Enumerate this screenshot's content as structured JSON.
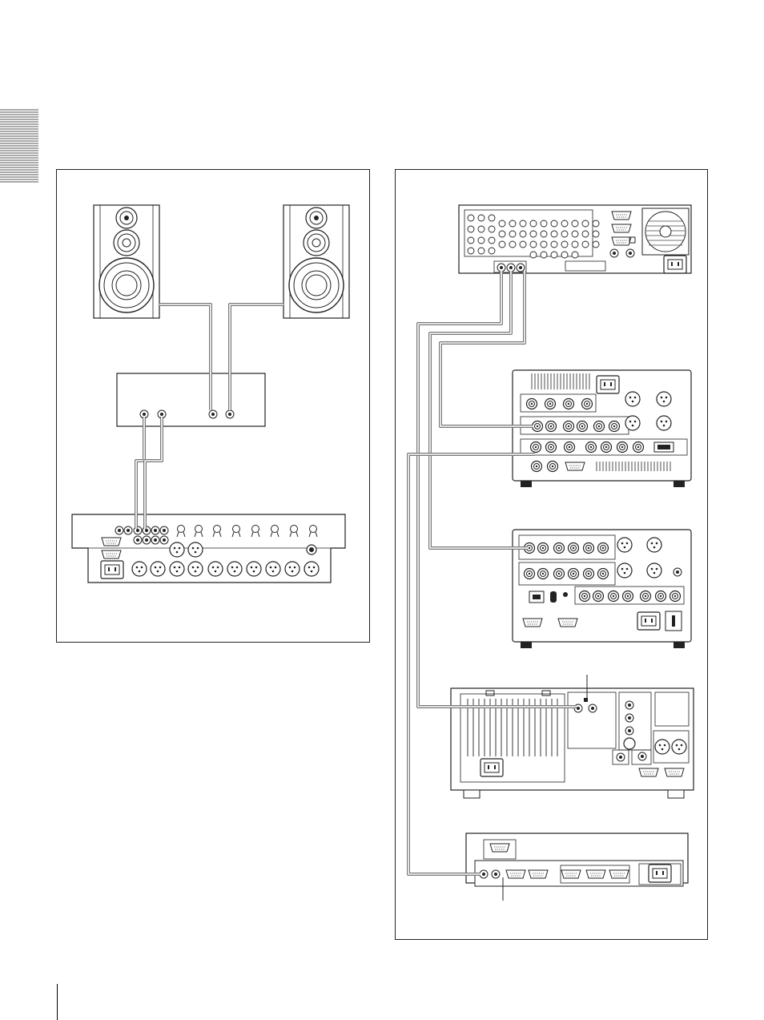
{
  "page": {
    "tab_pattern": "horizontal-lines",
    "colors": {
      "line": "#222222",
      "cable": "#777777",
      "cable_inner": "#ffffff"
    }
  },
  "left_panel": {
    "devices": [
      {
        "id": "speaker-left",
        "icon": "loudspeaker-icon"
      },
      {
        "id": "speaker-right",
        "icon": "loudspeaker-icon"
      },
      {
        "id": "power-amplifier",
        "icon": "amplifier-rear-icon"
      },
      {
        "id": "audio-mixer",
        "icon": "mixer-rear-icon"
      }
    ]
  },
  "right_panel": {
    "devices": [
      {
        "id": "switcher",
        "icon": "video-switcher-rear-icon"
      },
      {
        "id": "vtr-1",
        "icon": "vtr-rear-icon"
      },
      {
        "id": "vtr-2",
        "icon": "vtr-rear-icon"
      },
      {
        "id": "monitor",
        "icon": "monitor-rear-icon"
      },
      {
        "id": "sync-generator",
        "icon": "sync-generator-rear-icon"
      }
    ]
  }
}
